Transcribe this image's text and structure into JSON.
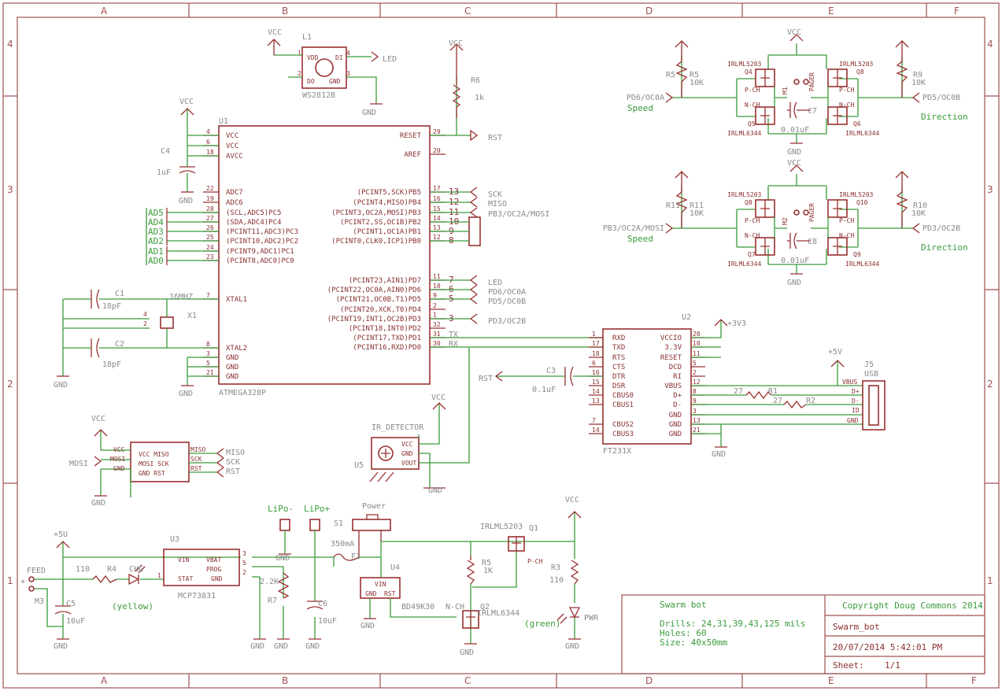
{
  "frame": {
    "columns": [
      "A",
      "B",
      "C",
      "D",
      "E",
      "F"
    ],
    "rows": [
      "4",
      "3",
      "2",
      "1"
    ]
  },
  "title_block": {
    "project": "Swarm bot",
    "drills": "Drills: 24,31,39,43,125 mils",
    "holes": "Holes: 60",
    "size": "Size: 40x50mm",
    "copyright": "Copyright Doug Commons 2014",
    "name": "Swarm_bot",
    "date": "20/07/2014 5:42:01 PM",
    "sheet_label": "Sheet:",
    "sheet_value": "1/1"
  },
  "u1": {
    "ref": "U1",
    "part": "ATMEGA328P",
    "left_pins": [
      {
        "num": "4",
        "name": "VCC"
      },
      {
        "num": "6",
        "name": "VCC"
      },
      {
        "num": "18",
        "name": "AVCC"
      },
      {
        "num": "22",
        "name": "ADC7"
      },
      {
        "num": "19",
        "name": "ADC6"
      },
      {
        "num": "28",
        "name": "(SCL,ADC5)PC5"
      },
      {
        "num": "27",
        "name": "(SDA,ADC4)PC4"
      },
      {
        "num": "26",
        "name": "(PCINT11,ADC3)PC3"
      },
      {
        "num": "25",
        "name": "(PCINT10,ADC2)PC2"
      },
      {
        "num": "24",
        "name": "(PCINT9,ADC1)PC1"
      },
      {
        "num": "23",
        "name": "(PCINT8,ADC0)PC0"
      },
      {
        "num": "7",
        "name": "XTAL1"
      },
      {
        "num": "8",
        "name": "XTAL2"
      },
      {
        "num": "3",
        "name": "GND"
      },
      {
        "num": "5",
        "name": "GND"
      },
      {
        "num": "21",
        "name": "GND"
      }
    ],
    "right_pins": [
      {
        "num": "29",
        "name": "RESET"
      },
      {
        "num": "20",
        "name": "AREF"
      },
      {
        "num": "17",
        "name": "(PCINT5,SCK)PB5"
      },
      {
        "num": "16",
        "name": "(PCINT4,MISO)PB4"
      },
      {
        "num": "15",
        "name": "(PCINT3,OC2A,MOSI)PB3"
      },
      {
        "num": "14",
        "name": "(PCINT2,SS,OC1B)PB2"
      },
      {
        "num": "13",
        "name": "(PCINT1,OC1A)PB1"
      },
      {
        "num": "12",
        "name": "(PCINT0,CLK0,ICP1)PB0"
      },
      {
        "num": "11",
        "name": "(PCINT23,AIN1)PD7"
      },
      {
        "num": "10",
        "name": "(PCINT22,OC0A,AIN0)PD6"
      },
      {
        "num": "9",
        "name": "(PCINT21,OC0B,T1)PD5"
      },
      {
        "num": "2",
        "name": "(PCINT20,XCK,T0)PD4"
      },
      {
        "num": "1",
        "name": "(PCINT19,INT1,OC2B)PD3"
      },
      {
        "num": "32",
        "name": "(PCINT18,INT0)PD2"
      },
      {
        "num": "31",
        "name": "(PCINT17,TXD)PD1"
      },
      {
        "num": "30",
        "name": "(PCINT16,RXD)PD0"
      }
    ],
    "analog_nets": [
      "AD5",
      "AD4",
      "AD3",
      "AD2",
      "AD1",
      "AD0"
    ],
    "header_pins": [
      "13",
      "12",
      "11",
      "10",
      "9",
      "8",
      "7",
      "6",
      "5",
      "3"
    ]
  },
  "u2": {
    "ref": "U2",
    "part": "FT231X",
    "left_pins": [
      {
        "num": "1",
        "name": "RXD"
      },
      {
        "num": "17",
        "name": "TXD"
      },
      {
        "num": "18",
        "name": "RTS"
      },
      {
        "num": "6",
        "name": "CTS"
      },
      {
        "num": "16",
        "name": "DTR"
      },
      {
        "num": "15",
        "name": "DSR"
      },
      {
        "num": "14",
        "name": "CBUS0"
      },
      {
        "num": "13",
        "name": "CBUS1"
      },
      {
        "num": "7",
        "name": "CBUS2"
      },
      {
        "num": "14",
        "name": "CBUS3"
      }
    ],
    "right_pins": [
      {
        "num": "20",
        "name": "VCCIO"
      },
      {
        "num": "10",
        "name": "3.3V"
      },
      {
        "num": "11",
        "name": "RESET"
      },
      {
        "num": "5",
        "name": "DCD"
      },
      {
        "num": "2",
        "name": "RI"
      },
      {
        "num": "12",
        "name": "VBUS"
      },
      {
        "num": "8",
        "name": "D+"
      },
      {
        "num": "9",
        "name": "D-"
      },
      {
        "num": "3",
        "name": "GND"
      },
      {
        "num": "13",
        "name": "GND"
      },
      {
        "num": "21",
        "name": "GND"
      }
    ],
    "rail": "+3V3",
    "tx": "TX",
    "rx": "RX"
  },
  "usb": {
    "ref": "J5",
    "part": "USB",
    "pins": [
      "VBUS",
      "D+",
      "D-",
      "ID",
      "GND"
    ],
    "rail": "+5V",
    "r1": "R1",
    "r2": "R2",
    "r1v": "27",
    "r2v": "27"
  },
  "l1": {
    "ref": "L1",
    "part": "WS2812B",
    "pins": [
      "VDD",
      "DI",
      "DO",
      "GND"
    ],
    "nums": [
      "1",
      "4",
      "2",
      "3"
    ],
    "net": "LED"
  },
  "c4": {
    "ref": "C4",
    "value": "1uF"
  },
  "c1": {
    "ref": "C1",
    "value": "18pF"
  },
  "c2": {
    "ref": "C2",
    "value": "18pF"
  },
  "x1": {
    "ref": "X1",
    "value": "16MHZ"
  },
  "r6": {
    "ref": "R6",
    "value": "1k"
  },
  "c3": {
    "ref": "C3",
    "value": "0.1uF"
  },
  "isp": {
    "left": [
      "VCC",
      "MOSI",
      "GND"
    ],
    "mid": [
      "VCC MISO",
      "MOSI SCK",
      "GND  RST"
    ],
    "right": [
      "MISO",
      "SCK",
      "RST"
    ],
    "nets_right": [
      "MISO",
      "SCK",
      "RST"
    ],
    "net_left": "MOSI"
  },
  "ir": {
    "ref": "U5",
    "part": "IR_DETECTOR",
    "pins": [
      "VCC",
      "GND",
      "VOUT"
    ]
  },
  "motor1": {
    "left_net": "PD6/OC0A",
    "right_net": "PD5/OC0B",
    "left_label": "Speed",
    "right_label": "Direction",
    "rl": "R5",
    "rr": "R9",
    "rv": "10K",
    "cap": "C7",
    "capv": "0.01uF",
    "qtl": "Q4",
    "qtr": "Q8",
    "qbl": "Q5",
    "qbr": "Q6",
    "pch": "P-CH",
    "nch": "N-CH",
    "ptype": "IRLML5203",
    "ntype": "IRLML6344",
    "pager": "PAGER",
    "m": "M1"
  },
  "motor2": {
    "left_net": "PB3/OC2A/MOSI",
    "right_net": "PD3/OC2B",
    "left_label": "Speed",
    "right_label": "Direction",
    "rl": "R11",
    "rr": "R10",
    "rv": "10K",
    "cap": "C8",
    "capv": "0.01uF",
    "qtl": "Q8",
    "qtr": "Q10",
    "qbl": "Q7",
    "qbr": "Q9",
    "pch": "P-CH",
    "nch": "N-CH",
    "ptype": "IRLML5203",
    "ntype": "IRLML6344",
    "pager": "PAGER",
    "m": "M2"
  },
  "power": {
    "feed": "FEED",
    "m3": "M3",
    "plus5": "+5U",
    "c5": "C5",
    "c5v": "10uF",
    "r4": "R4",
    "r4v": "110",
    "chg": "CHG",
    "yellow": "(yellow)",
    "u3": "U3",
    "u3part": "MCP73831",
    "u3pins": [
      "VIN",
      "STAT",
      "VBAT",
      "PROG",
      "GND"
    ],
    "u3nums": [
      "3",
      "1",
      "5",
      "2"
    ],
    "r7": "R7",
    "r7v": "2.2K",
    "lipo_m": "LiPo-",
    "lipo_p": "LiPo+",
    "s1": "S1",
    "pwr_sw": "Power",
    "fuse": "F1",
    "fusev": "350mA",
    "c6": "C6",
    "c6v": "10uF",
    "u4": "U4",
    "u4part": "BD49K30",
    "u4pins": [
      "VIN",
      "GND",
      "RST"
    ],
    "q1": "Q1",
    "q1type": "IRLML5203",
    "pch": "P-CH",
    "q2": "Q2",
    "q2type": "IRLML6344",
    "nch": "N-CH",
    "r5": "R5",
    "r5v": "1K",
    "r3": "R3",
    "r3v": "110",
    "pwr": "PWR",
    "green": "(green)"
  },
  "nets": {
    "vcc": "VCC",
    "gnd": "GND",
    "rst": "RST",
    "sck": "SCK",
    "miso": "MISO",
    "pb3": "PB3/OC2A/MOSI",
    "led": "LED",
    "pd6": "PD6/OC0A",
    "pd5": "PD5/OC0B",
    "pd3": "PD3/OC2B"
  }
}
